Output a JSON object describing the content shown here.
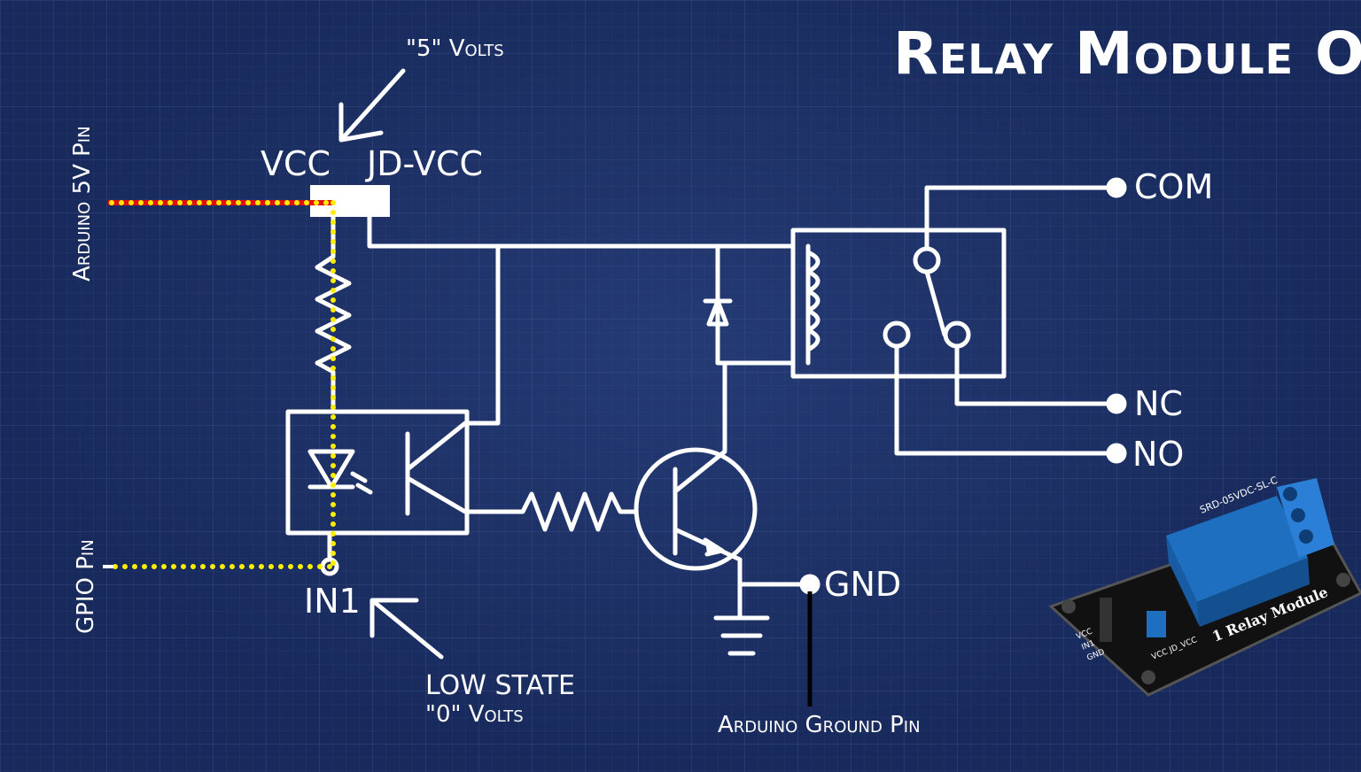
{
  "title": "Relay Module One",
  "labels": {
    "five_volts": "\"5\" Volts",
    "vcc": "VCC",
    "jd_vcc": "JD-VCC",
    "com": "COM",
    "nc": "NC",
    "no": "NO",
    "gnd": "GND",
    "in1": "IN1",
    "low_state": "LOW STATE",
    "zero_volts": "\"0\" Volts",
    "arduino_ground_pin": "Arduino Ground Pin",
    "arduino_5v_pin": "Arduino 5V Pin",
    "gpio_pin": "GPIO Pin"
  },
  "module_photo": {
    "relay_text": "SRD-05VDC-SL-C",
    "board_label": "1 Relay Module",
    "pin_labels": [
      "VCC",
      "IN1",
      "GND"
    ],
    "jumper_label": "VCC JD_VCC"
  },
  "colors": {
    "background": "#182a5c",
    "wire": "#ffffff",
    "power_trace": "#e01010",
    "signal_dots": "#ffee00",
    "relay_blue": "#1f6fc0",
    "pcb_black": "#111111"
  }
}
